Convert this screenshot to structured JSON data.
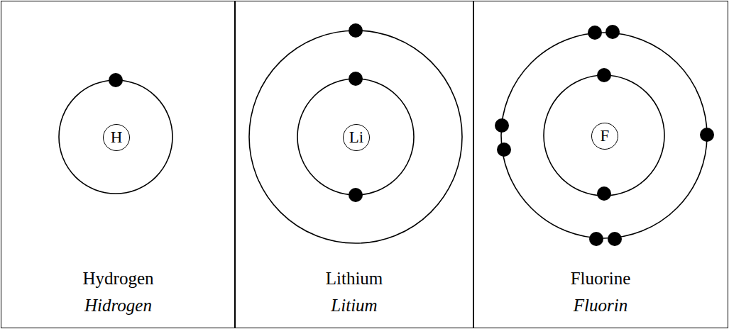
{
  "diagram": {
    "nodes": [
      {
        "text": [
          "Hydrogen",
          "Hidrogen"
        ]
      },
      {
        "text": [
          "H"
        ],
        "in": 0
      },
      {
        "text": [
          "Lithium",
          "Litium"
        ]
      },
      {
        "text": [
          "Li"
        ],
        "in": 2
      },
      {
        "text": [
          "Fluorine",
          "Fluorin"
        ]
      },
      {
        "text": [
          "F"
        ],
        "in": 4
      }
    ]
  }
}
